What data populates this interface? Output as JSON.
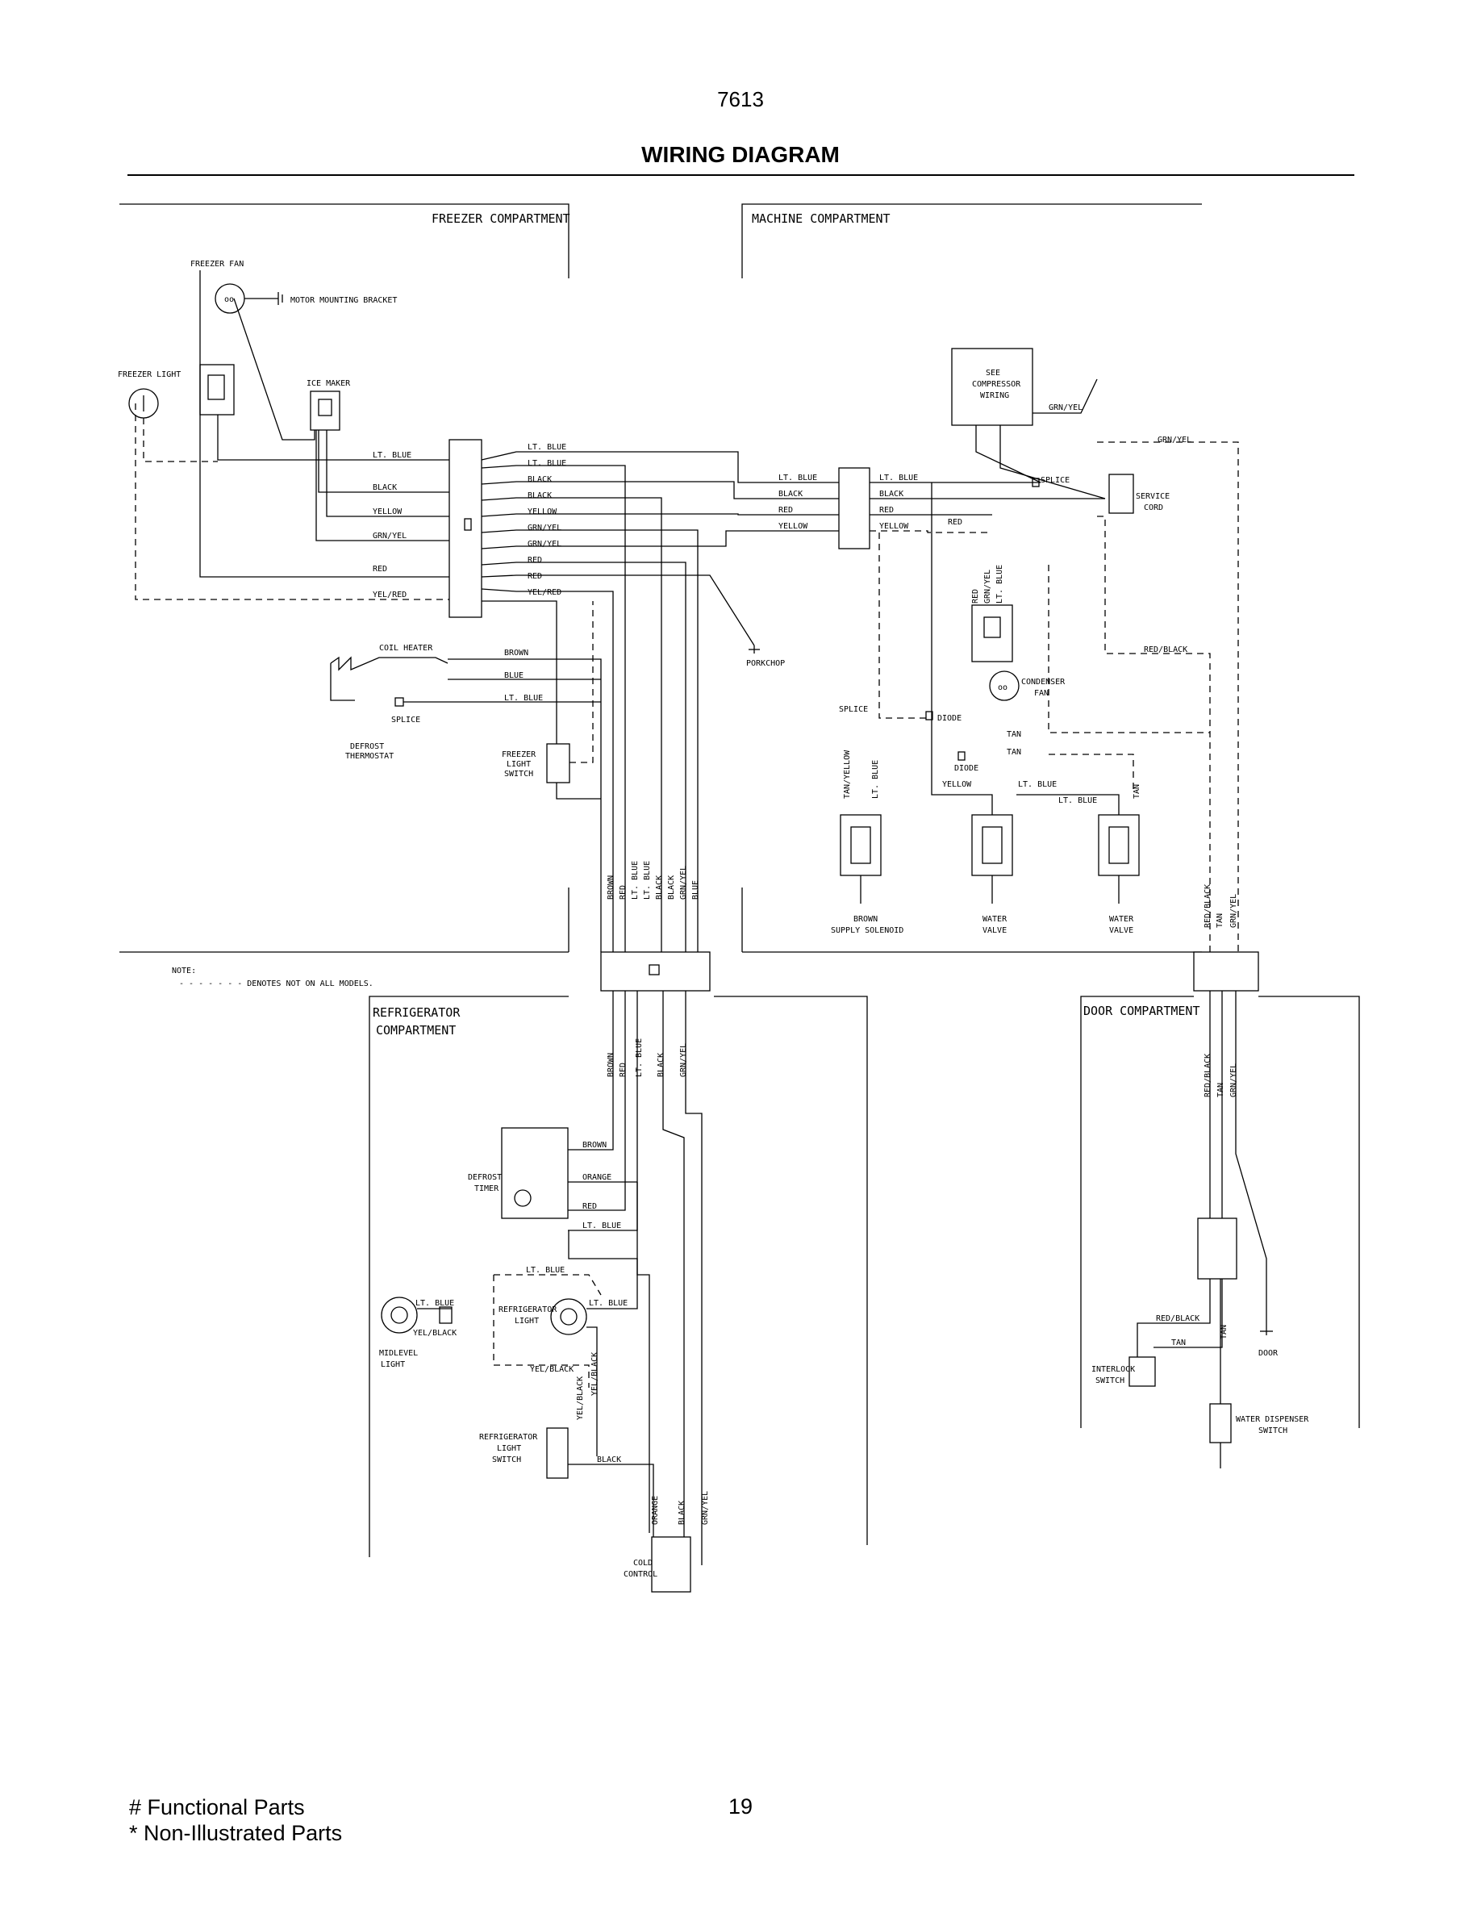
{
  "header": {
    "page_code": "7613",
    "title": "WIRING DIAGRAM"
  },
  "sections": {
    "freezer": "FREEZER COMPARTMENT",
    "machine": "MACHINE COMPARTMENT",
    "refrigerator_1": "REFRIGERATOR",
    "refrigerator_2": "COMPARTMENT",
    "door": "DOOR COMPARTMENT"
  },
  "note": {
    "title": "NOTE:",
    "text": "- - - - - - - DENOTES NOT ON ALL MODELS."
  },
  "components": {
    "freezer_fan": "FREEZER FAN",
    "motor_bracket": "MOTOR MOUNTING BRACKET",
    "freezer_light": "FREEZER LIGHT",
    "ice_maker": "ICE MAKER",
    "compressor_1": "SEE",
    "compressor_2": "COMPRESSOR",
    "compressor_3": "WIRING",
    "service_cord_1": "SERVICE",
    "service_cord_2": "CORD",
    "coil_heater": "COIL HEATER",
    "splice": "SPLICE",
    "defrost_thermostat_1": "DEFROST",
    "defrost_thermostat_2": "THERMOSTAT",
    "porkchop": "PORKCHOP",
    "freezer_light_switch_1": "FREEZER",
    "freezer_light_switch_2": "LIGHT",
    "freezer_light_switch_3": "SWITCH",
    "condenser_fan_1": "CONDENSER",
    "condenser_fan_2": "FAN",
    "diode": "DIODE",
    "supply_solenoid_1": "BROWN",
    "supply_solenoid_2": "SUPPLY SOLENOID",
    "water_valve_1": "WATER",
    "water_valve_2": "VALVE",
    "defrost_timer_1": "DEFROST",
    "defrost_timer_2": "TIMER",
    "refrigerator_light_1": "REFRIGERATOR",
    "refrigerator_light_2": "LIGHT",
    "midlevel_light_1": "MIDLEVEL",
    "midlevel_light_2": "LIGHT",
    "refrigerator_light_switch_1": "REFRIGERATOR",
    "refrigerator_light_switch_2": "LIGHT",
    "refrigerator_light_switch_3": "SWITCH",
    "cold_control_1": "COLD",
    "cold_control_2": "CONTROL",
    "interlock_switch_1": "INTERLOCK",
    "interlock_switch_2": "SWITCH",
    "water_dispenser_switch_1": "WATER DISPENSER",
    "water_dispenser_switch_2": "SWITCH",
    "door": "DOOR"
  },
  "wires": {
    "lt_blue": "LT. BLUE",
    "black": "BLACK",
    "yellow": "YELLOW",
    "grn_yel": "GRN/YEL",
    "red": "RED",
    "yel_red": "YEL/RED",
    "brown": "BROWN",
    "blue": "BLUE",
    "orange": "ORANGE",
    "tan": "TAN",
    "tan_yellow": "TAN/YELLOW",
    "red_black": "RED/BLACK",
    "yel_black": "YEL/BLACK"
  },
  "footer": {
    "functional": "# Functional Parts",
    "non_illustrated": "* Non-Illustrated Parts",
    "page_number": "19"
  }
}
